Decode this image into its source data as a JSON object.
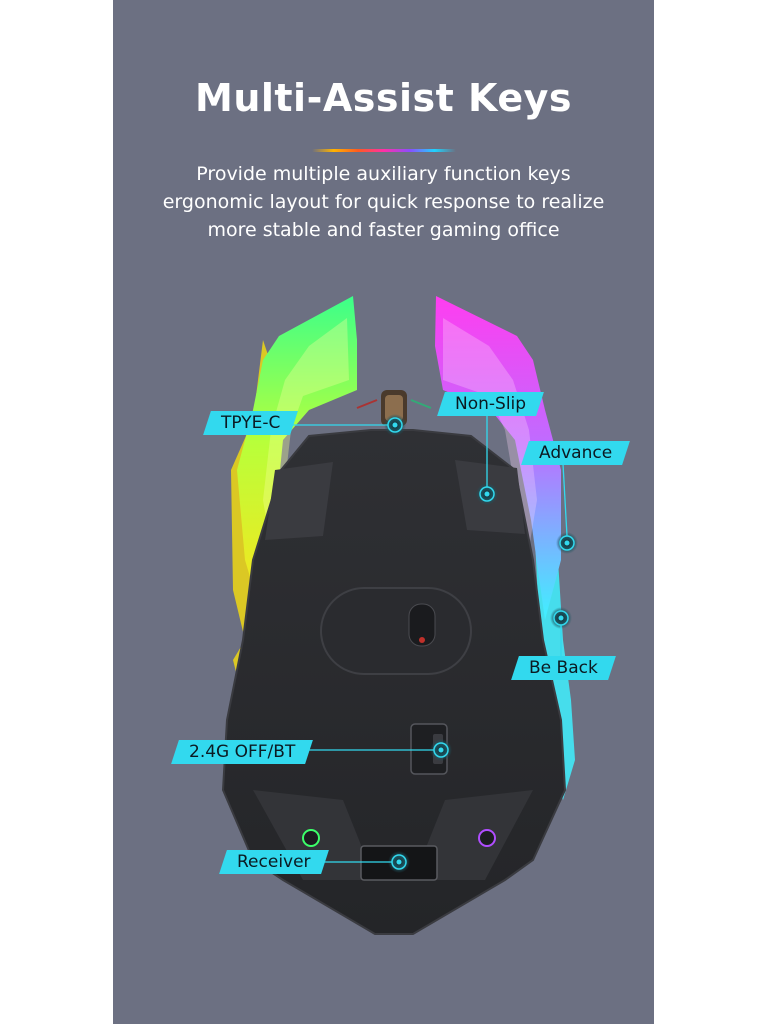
{
  "header": {
    "title": "Multi-Assist Keys",
    "subtitle_lines": [
      "Provide multiple auxiliary function keys",
      "ergonomic layout for quick response to realize",
      "more stable and faster gaming office"
    ]
  },
  "callouts": {
    "type_c": "TPYE-C",
    "non_slip": "Non-Slip",
    "advance": "Advance",
    "be_back": "Be Back",
    "mode_switch": "2.4G OFF/BT",
    "receiver": "Receiver"
  },
  "colors": {
    "background": "#6c7082",
    "accent": "#32d9ee",
    "mouse_body": "#2b2c30",
    "rgb_green": "#3cff8a",
    "rgb_yellow": "#ffe21a",
    "rgb_magenta": "#ff3df0",
    "rgb_cyan": "#3ff0ff"
  }
}
